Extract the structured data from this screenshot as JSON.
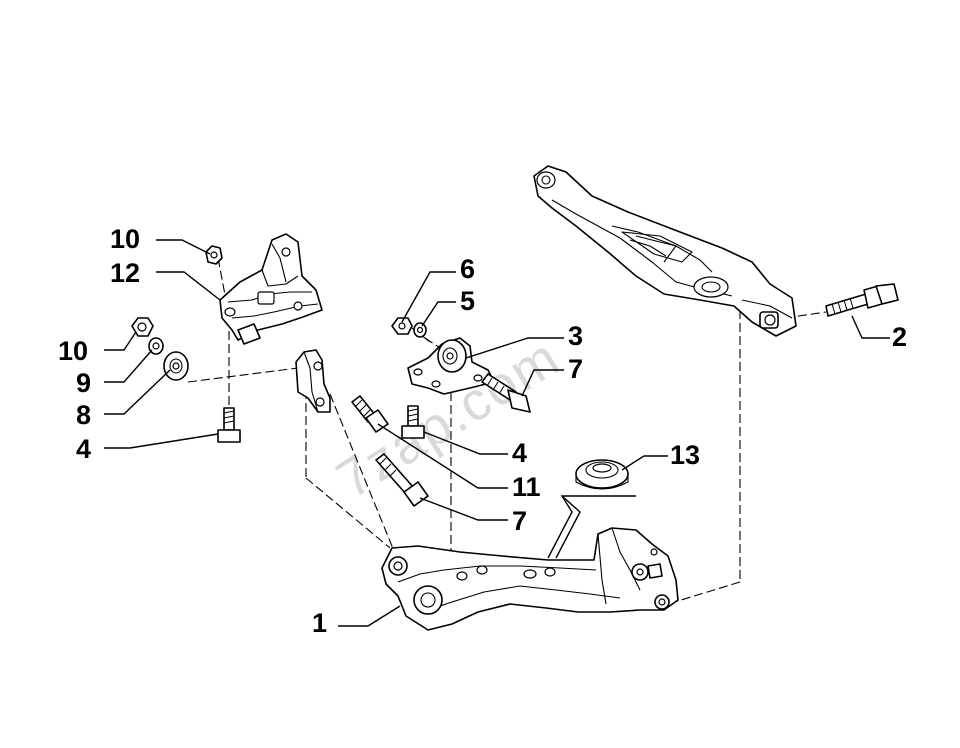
{
  "watermark": "7zap.com",
  "callouts": {
    "c10a": "10",
    "c12": "12",
    "c10b": "10",
    "c9": "9",
    "c8": "8",
    "c4a": "4",
    "c6": "6",
    "c5": "5",
    "c3": "3",
    "c7a": "7",
    "c4b": "4",
    "c11": "11",
    "c7b": "7",
    "c13": "13",
    "c1": "1",
    "c2": "2"
  }
}
